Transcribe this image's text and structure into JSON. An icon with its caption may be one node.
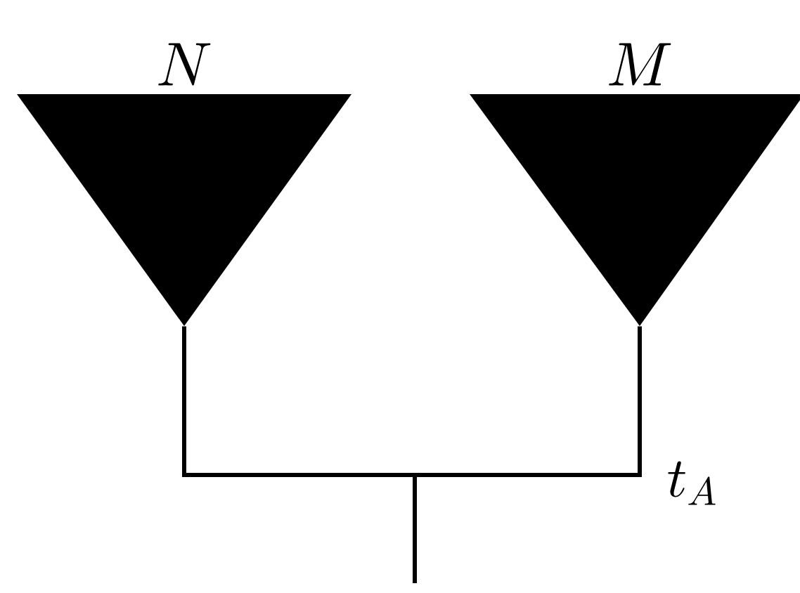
{
  "diagram": {
    "nodes": [
      {
        "text": [
          "N"
        ]
      },
      {
        "text": [
          "M"
        ]
      }
    ],
    "edges": [
      {
        "from": 0,
        "to": null,
        "arrow": "none"
      },
      {
        "from": 1,
        "to": null,
        "arrow": "none"
      }
    ],
    "labels": [
      "t_A"
    ]
  }
}
